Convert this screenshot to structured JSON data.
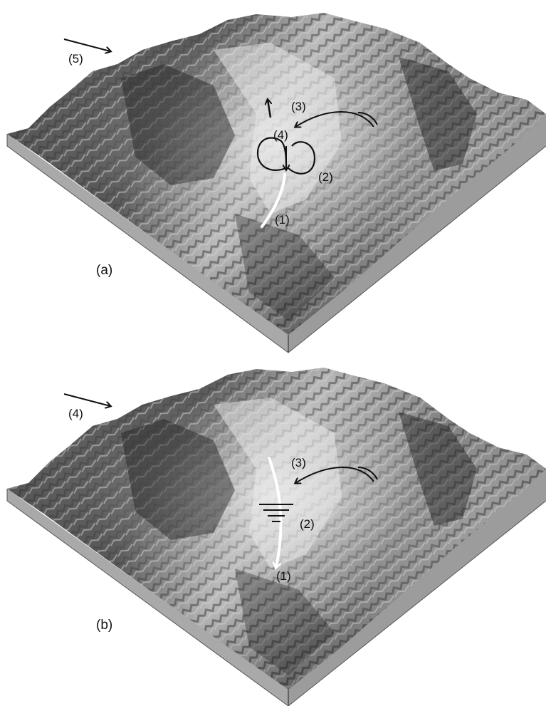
{
  "panels": [
    {
      "id": "a",
      "caption": "(a)",
      "labels": {
        "wind": "(5)",
        "l1": "(1)",
        "l2": "(2)",
        "l3": "(3)",
        "l4": "(4)"
      }
    },
    {
      "id": "b",
      "caption": "(b)",
      "labels": {
        "wind": "(4)",
        "l1": "(1)",
        "l2": "(2)",
        "l3": "(3)"
      }
    }
  ],
  "colors": {
    "background": "#ffffff",
    "base_block": "#a8a8a8",
    "terrain_dark": "#2e2e2e",
    "terrain_mid": "#8a8a8a",
    "terrain_light": "#e6e6e6",
    "annotation_black": "#111111",
    "annotation_white": "#ffffff"
  }
}
